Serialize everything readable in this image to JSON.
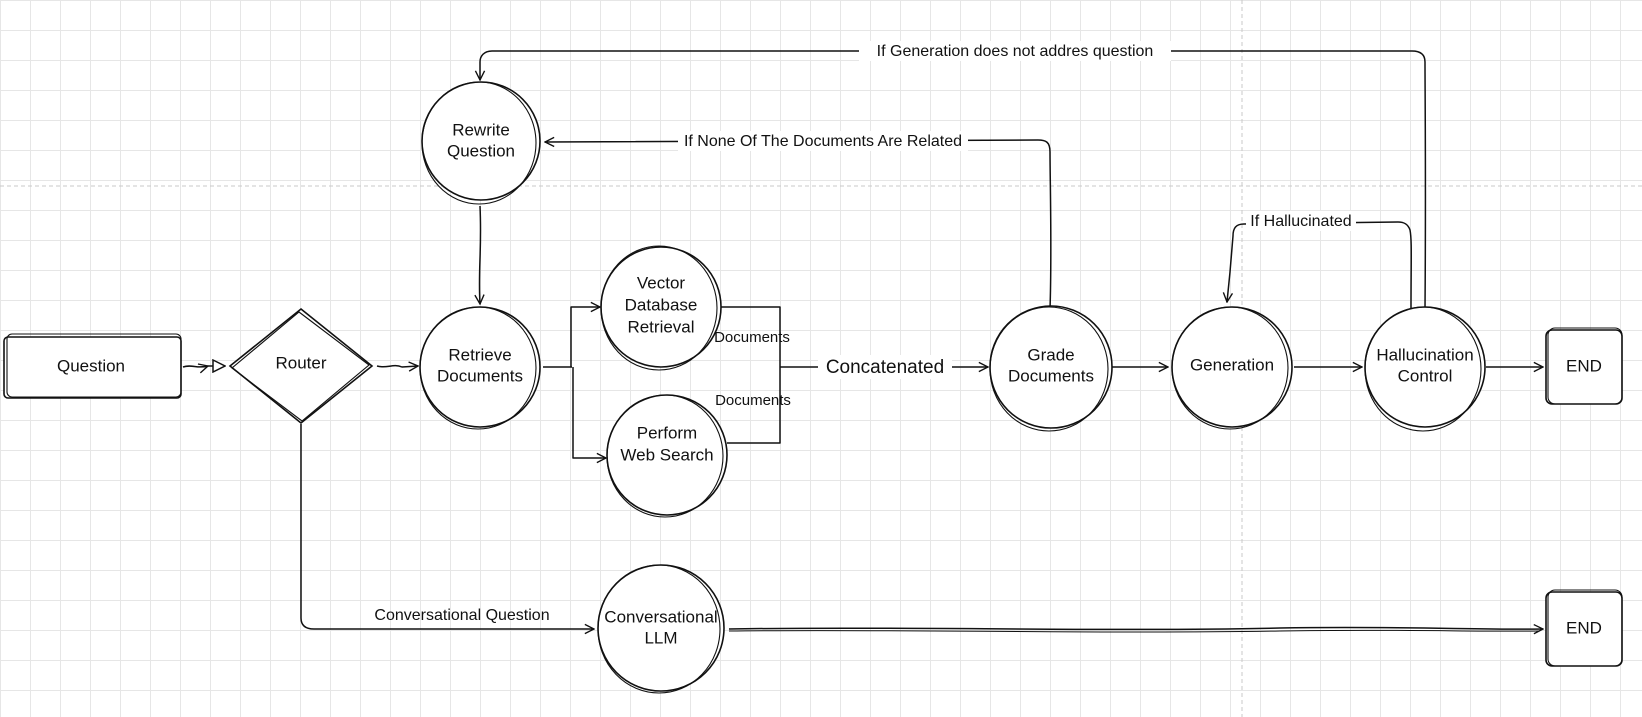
{
  "nodes": {
    "question": {
      "label": "Question"
    },
    "router": {
      "label": "Router"
    },
    "rewrite_question": {
      "line1": "Rewrite",
      "line2": "Question"
    },
    "retrieve_documents": {
      "line1": "Retrieve",
      "line2": "Documents"
    },
    "vector_db_retrieval": {
      "line1": "Vector",
      "line2": "Database",
      "line3": "Retrieval"
    },
    "web_search": {
      "line1": "Perform",
      "line2": "Web Search"
    },
    "grade_documents": {
      "line1": "Grade",
      "line2": "Documents"
    },
    "generation": {
      "label": "Generation"
    },
    "hallucination_control": {
      "line1": "Hallucination",
      "line2": "Control"
    },
    "end_top": {
      "label": "END"
    },
    "conversational_llm": {
      "line1": "Conversational",
      "line2": "LLM"
    },
    "end_bottom": {
      "label": "END"
    }
  },
  "edges": {
    "generation_not_addressed": "If Generation does not addres question",
    "documents_not_related": "If None Of The Documents Are Related",
    "hallucinated": "If Hallucinated",
    "vector_documents": "Documents",
    "web_documents": "Documents",
    "concatenated": "Concatenated",
    "conversational_question": "Conversational Question"
  }
}
